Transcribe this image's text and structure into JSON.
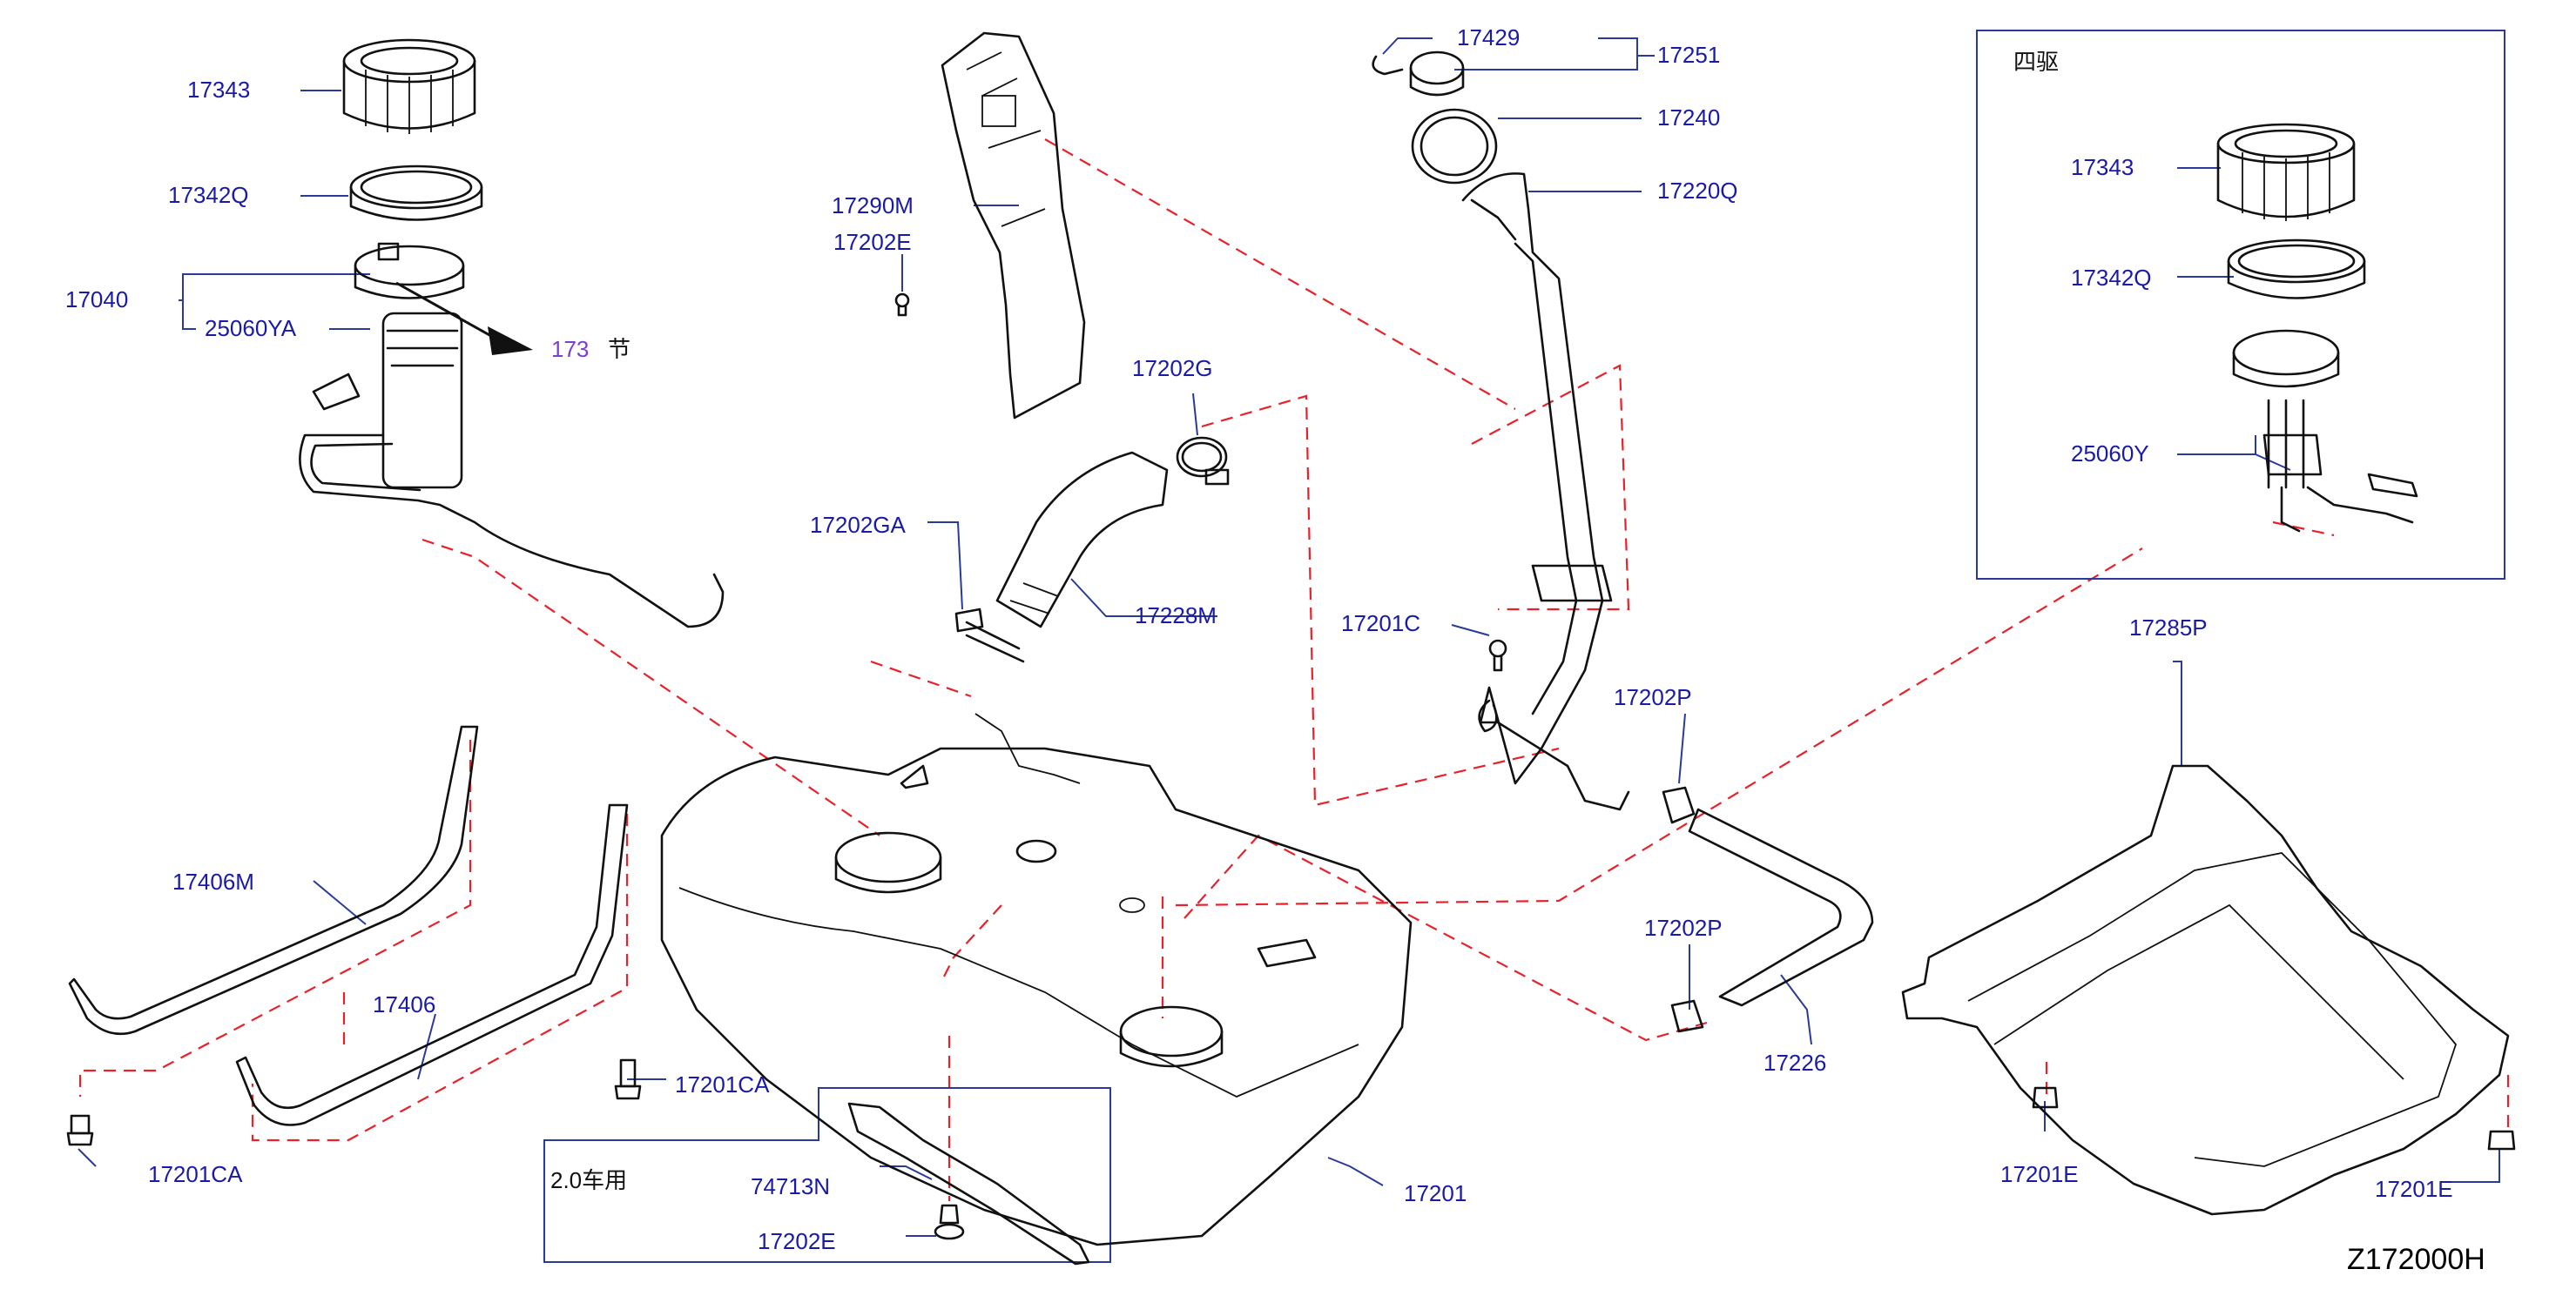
{
  "diagram": {
    "code": "Z172000H",
    "insets": {
      "awd_title": "四驱",
      "engine_variant_title": "2.0车用"
    },
    "reference": {
      "number": "173",
      "suffix": "节"
    },
    "labels": {
      "l_17343": "17343",
      "l_17342q": "17342Q",
      "l_17040": "17040",
      "l_25060ya": "25060YA",
      "l_17290m": "17290M",
      "l_17202e_top": "17202E",
      "l_17202g": "17202G",
      "l_17202ga": "17202GA",
      "l_17228m": "17228M",
      "l_17429": "17429",
      "l_17251": "17251",
      "l_17240": "17240",
      "l_17220q": "17220Q",
      "l_17201c": "17201C",
      "l_17202p_top": "17202P",
      "l_17202p_bot": "17202P",
      "l_17226": "17226",
      "l_17406m": "17406M",
      "l_17406": "17406",
      "l_17201ca_left": "17201CA",
      "l_17201ca_mid": "17201CA",
      "l_74713n": "74713N",
      "l_17202e_bot": "17202E",
      "l_17201": "17201",
      "l_17285p": "17285P",
      "l_17201e_left": "17201E",
      "l_17201e_right": "17201E",
      "awd_17343": "17343",
      "awd_17342q": "17342Q",
      "awd_25060y": "25060Y"
    }
  }
}
